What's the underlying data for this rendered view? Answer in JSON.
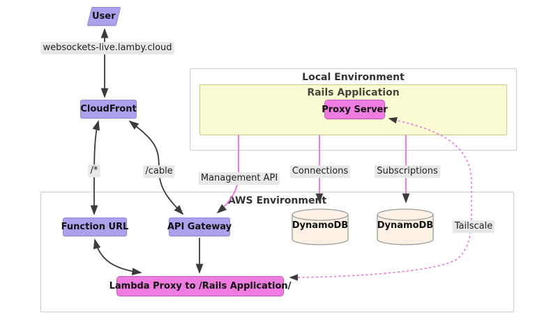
{
  "diagram": {
    "nodes": {
      "user": "User",
      "cloudfront": "CloudFront",
      "proxy_server": "Proxy Server",
      "function_url": "Function URL",
      "api_gateway": "API Gateway",
      "dynamodb_connections": "DynamoDB",
      "dynamodb_subscriptions": "DynamoDB",
      "lambda_proxy": "Lambda Proxy to /Rails Application/"
    },
    "containers": {
      "local_env": "Local Environment",
      "rails_app": "Rails Application",
      "aws_env": "AWS Environment"
    },
    "edge_labels": {
      "domain": "websockets-live.lamby.cloud",
      "root_path": "/*",
      "cable_path": "/cable",
      "management_api": "Management API",
      "connections": "Connections",
      "subscriptions": "Subscriptions",
      "tailscale": "Tailscale"
    },
    "colors": {
      "node_purple": "#aba2ee",
      "node_purple_border": "#9288d8",
      "node_pink": "#ee7ce1",
      "node_pink_border": "#c957bb",
      "cluster_yellow": "#fcfcd4",
      "cluster_yellow_border": "#c9c97c",
      "cylinder_fill": "#faf0e4",
      "cylinder_border": "#9c9c9c",
      "edge_dark": "#3b3b3b",
      "edge_pink": "#f06cd8",
      "label_bg": "#e8e8e8",
      "container_border": "#cccccc",
      "container_bg": "#ffffff"
    }
  }
}
